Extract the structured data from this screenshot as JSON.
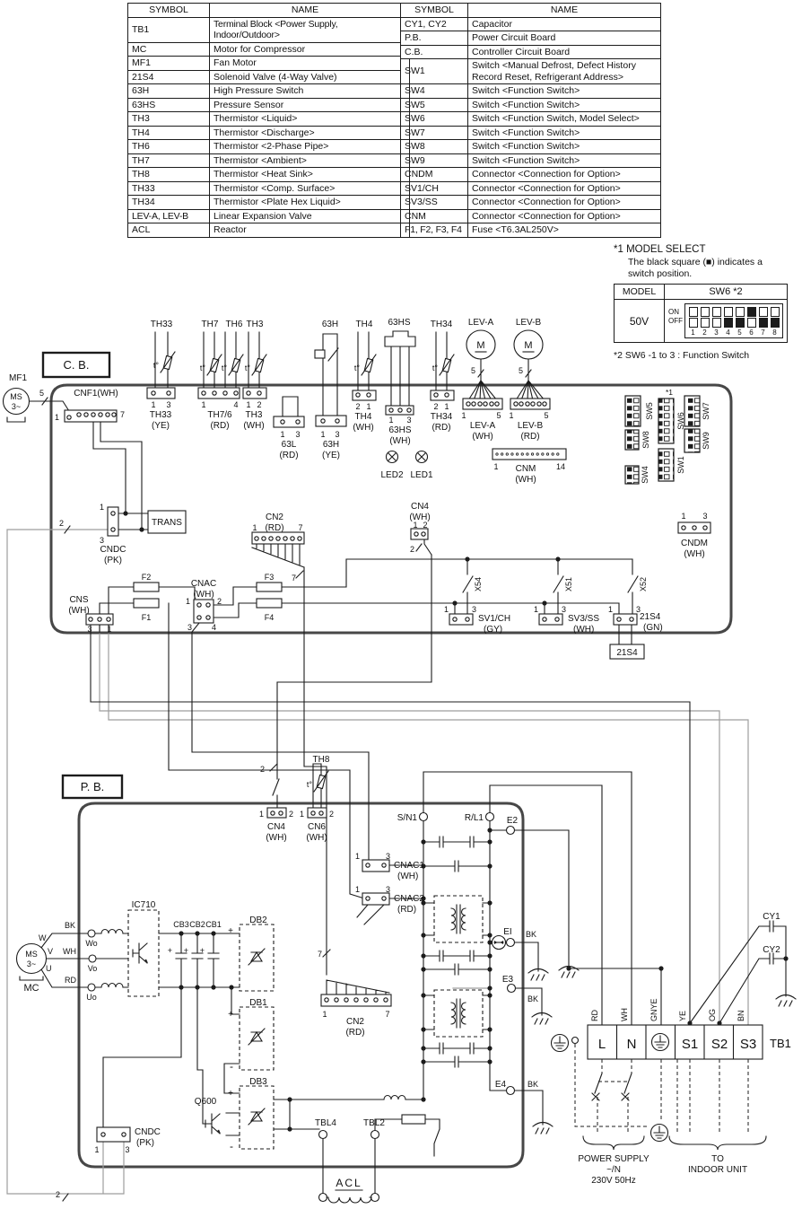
{
  "colors": {
    "line": "#1c1c1c",
    "gray_wire": "#9e9e9e",
    "board_outline": "#474747"
  },
  "legend_left": {
    "header_symbol": "SYMBOL",
    "header_name": "NAME",
    "rows": [
      [
        "TB1",
        "Terminal Block <Power Supply, Indoor/Outdoor>",
        "",
        "sm"
      ],
      [
        "MC",
        "Motor for Compressor"
      ],
      [
        "MF1",
        "Fan Motor"
      ],
      [
        "21S4",
        "Solenoid Valve (4-Way Valve)"
      ],
      [
        "63H",
        "High Pressure Switch"
      ],
      [
        "63HS",
        "Pressure Sensor"
      ],
      [
        "TH3",
        "Thermistor <Liquid>"
      ],
      [
        "TH4",
        "Thermistor <Discharge>"
      ],
      [
        "TH6",
        "Thermistor <2-Phase Pipe>"
      ],
      [
        "TH7",
        "Thermistor <Ambient>"
      ],
      [
        "TH8",
        "Thermistor <Heat Sink>"
      ],
      [
        "TH33",
        "Thermistor <Comp. Surface>"
      ],
      [
        "TH34",
        "Thermistor <Plate Hex Liquid>"
      ],
      [
        "LEV-A, LEV-B",
        "Linear Expansion Valve",
        "sm"
      ],
      [
        "ACL",
        "Reactor"
      ]
    ]
  },
  "legend_right": {
    "header_symbol": "SYMBOL",
    "header_name": "NAME",
    "rows": [
      [
        "CY1, CY2",
        "Capacitor"
      ],
      [
        "P.B.",
        "Power Circuit Board"
      ],
      [
        "C.B.",
        "Controller Circuit Board"
      ],
      [
        "SW1",
        "Switch <Manual Defrost, Defect History Record Reset, Refrigerant Address>",
        "ind"
      ],
      [
        "SW4",
        "Switch <Function Switch>",
        "ind"
      ],
      [
        "SW5",
        "Switch <Function Switch>",
        "ind"
      ],
      [
        "SW6",
        "Switch <Function Switch, Model Select>",
        "ind"
      ],
      [
        "SW7",
        "Switch <Function Switch>",
        "ind"
      ],
      [
        "SW8",
        "Switch <Function Switch>",
        "ind"
      ],
      [
        "SW9",
        "Switch <Function Switch>",
        "ind"
      ],
      [
        "CNDM",
        "Connector <Connection for Option>",
        "ind"
      ],
      [
        "SV1/CH",
        "Connector <Connection for Option>",
        "ind"
      ],
      [
        "SV3/SS",
        "Connector <Connection for Option>",
        "ind"
      ],
      [
        "CNM",
        "Connector <Connection for Option>",
        "ind"
      ],
      [
        "F1, F2, F3, F4",
        "Fuse <T6.3AL250V>",
        "ind sm"
      ]
    ]
  },
  "model_select": {
    "note1": "*1 MODEL SELECT",
    "note2a": "The black square (■) indicates a",
    "note2b": "switch position.",
    "col_model": "MODEL",
    "col_sw": "SW6 *2",
    "model": "50V",
    "on": "ON",
    "off": "OFF",
    "positions": [
      "1",
      "2",
      "3",
      "4",
      "5",
      "6",
      "7",
      "8"
    ],
    "dip_states": [
      "",
      "",
      "",
      "off",
      "off",
      "on",
      "off",
      "off"
    ],
    "note3": "*2  SW6 -1 to 3 : Function Switch"
  },
  "pins": {
    "n1": "1",
    "n2": "2",
    "n3": "3",
    "n4": "4",
    "n5": "5",
    "n7": "7",
    "n14": "14"
  },
  "sch": {
    "cb_title": "C. B.",
    "pb_title": "P. B.",
    "mf1": "MF1",
    "mc": "MC",
    "ms": "MS",
    "ph3": "3~",
    "m": "M",
    "cnf1": "CNF1(WH)",
    "tdeg": "t°",
    "th33": "TH33",
    "th33c": "(YE)",
    "th7": "TH7",
    "th6": "TH6",
    "th76": "TH7/6",
    "th76c": "(RD)",
    "th3": "TH3",
    "th3c": "(WH)",
    "l63": "63L",
    "l63c": "(RD)",
    "h63": "63H",
    "h63c": "(YE)",
    "th4": "TH4",
    "th4c": "(WH)",
    "hs63": "63HS",
    "hs63c": "(WH)",
    "th34": "TH34",
    "th34c": "(RD)",
    "leva": "LEV-A",
    "levac": "(WH)",
    "levb": "LEV-B",
    "levbc": "(RD)",
    "led1": "LED1",
    "led2": "LED2",
    "cnm": "CNM",
    "cnmc": "(WH)",
    "sw1": "SW1",
    "sw4": "SW4",
    "sw5": "SW5",
    "sw6": "SW6",
    "sw7": "SW7",
    "sw8": "SW8",
    "sw9": "SW9",
    "star1": "*1",
    "cndm": "CNDM",
    "cndmc": "(WH)",
    "trans": "TRANS",
    "cndc": "CNDC",
    "cndcc": "(PK)",
    "cn2": "CN2",
    "cn2c": "(RD)",
    "cn4": "CN4",
    "cn4c": "(WH)",
    "cns": "CNS",
    "cnsc": "(WH)",
    "cnac": "CNAC",
    "cnacc": "(WH)",
    "f1": "F1",
    "f2": "F2",
    "f3": "F3",
    "f4": "F4",
    "x54": "X54",
    "x51": "X51",
    "x52": "X52",
    "sv1": "SV1/CH",
    "sv1c": "(GY)",
    "sv3": "SV3/SS",
    "sv3c": "(WH)",
    "s21": "21S4",
    "s21c": "(GN)",
    "ic710": "IC710",
    "cb1": "CB1",
    "cb2": "CB2",
    "cb3": "CB3",
    "db1": "DB1",
    "db2": "DB2",
    "db3": "DB3",
    "q600": "Q600",
    "plus": "+",
    "minus": "-",
    "w": "W",
    "v": "V",
    "u": "U",
    "wo": "Wo",
    "vo": "Vo",
    "uo": "Uo",
    "bk": "BK",
    "wh": "WH",
    "rd": "RD",
    "th8": "TH8",
    "cn6": "CN6",
    "cn6c": "(WH)",
    "cnac1": "CNAC1",
    "cnac1c": "(WH)",
    "cnac2": "CNAC2",
    "cnac2c": "(RD)",
    "sn1": "S/N1",
    "rl1": "R/L1",
    "e1": "EI",
    "e2": "E2",
    "e3": "E3",
    "e4": "E4",
    "tbl4": "TBL4",
    "tbl2": "TBL2",
    "acl": "ACL",
    "cy1": "CY1",
    "cy2": "CY2",
    "ps1": "POWER SUPPLY",
    "ps2": "~/N",
    "ps3": "230V 50Hz",
    "to1": "TO",
    "to2": "INDOOR UNIT"
  },
  "tb1": {
    "l": "L",
    "n": "N",
    "s1": "S1",
    "s2": "S2",
    "s3": "S3",
    "name": "TB1",
    "wc": [
      "RD",
      "WH",
      "GNYE",
      "YE",
      "OG",
      "BN"
    ]
  }
}
